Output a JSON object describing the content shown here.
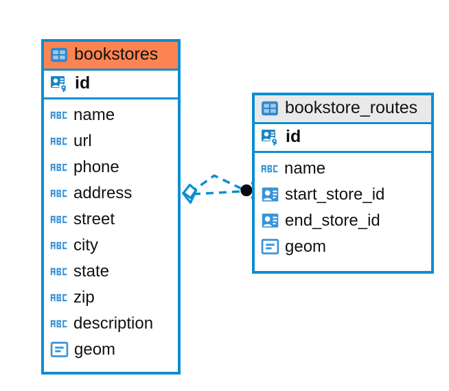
{
  "diagram": {
    "type": "entity-relationship-diagram",
    "background_color": "#ffffff",
    "accent_blue": "#0d8ecf",
    "accent_orange": "#fc8452",
    "accent_grey": "#e9e9e9",
    "text_color": "#111111"
  },
  "entities": [
    {
      "name": "bookstores",
      "header_icon": "table-icon",
      "header_color": "#fc8452",
      "primary_key": {
        "label": "id",
        "icon": "primary-key-icon"
      },
      "fields": [
        {
          "label": "name",
          "icon": "abc-text-icon"
        },
        {
          "label": "url",
          "icon": "abc-text-icon"
        },
        {
          "label": "phone",
          "icon": "abc-text-icon"
        },
        {
          "label": "address",
          "icon": "abc-text-icon"
        },
        {
          "label": "street",
          "icon": "abc-text-icon"
        },
        {
          "label": "city",
          "icon": "abc-text-icon"
        },
        {
          "label": "state",
          "icon": "abc-text-icon"
        },
        {
          "label": "zip",
          "icon": "abc-text-icon"
        },
        {
          "label": "description",
          "icon": "abc-text-icon"
        },
        {
          "label": "geom",
          "icon": "geometry-icon"
        }
      ]
    },
    {
      "name": "bookstore_routes",
      "header_icon": "table-icon",
      "header_color": "#e9e9e9",
      "primary_key": {
        "label": "id",
        "icon": "primary-key-icon"
      },
      "fields": [
        {
          "label": "name",
          "icon": "abc-text-icon"
        },
        {
          "label": "start_store_id",
          "icon": "foreign-key-icon"
        },
        {
          "label": "end_store_id",
          "icon": "foreign-key-icon"
        },
        {
          "label": "geom",
          "icon": "geometry-icon"
        }
      ]
    }
  ],
  "relationship": {
    "from_entity": "bookstores",
    "to_entity": "bookstore_routes",
    "line_style": "dashed",
    "line_color": "#0d8ecf",
    "source_marker": "crows-foot-diamond-marker",
    "target_marker": "one-circle-marker"
  }
}
